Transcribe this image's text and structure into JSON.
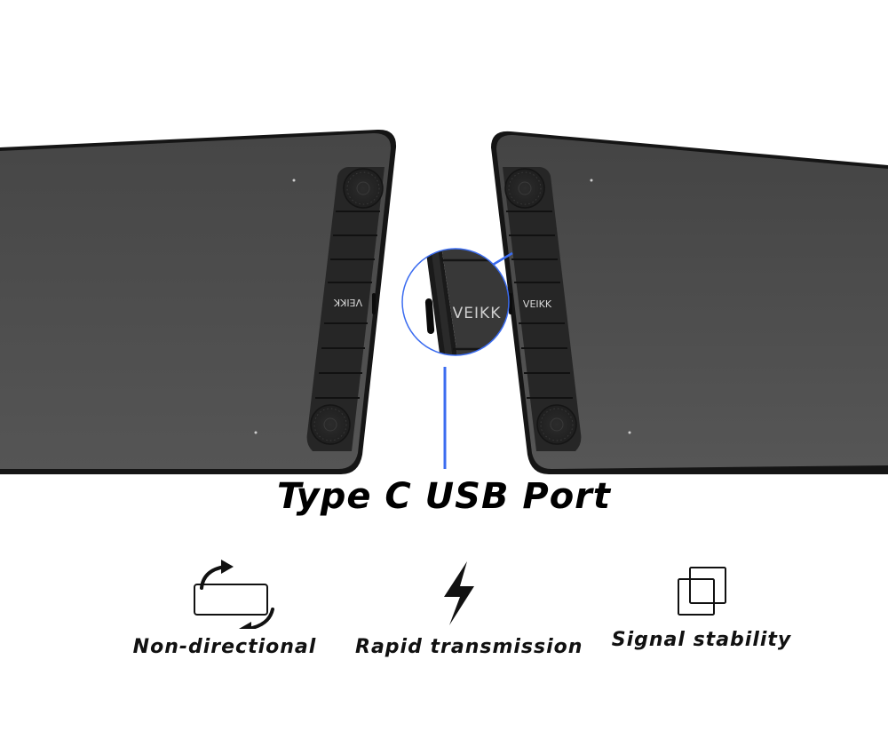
{
  "headline": "Type C USB Port",
  "product": {
    "brand_logo_left": "VEIKK",
    "brand_logo_right": "VEIKK",
    "brand_logo_callout": "VEIKK",
    "callout_color": "#3b6cf0",
    "tablet_surface_color": "#4a4a4a",
    "tablet_edge_color": "#1e1e1e",
    "keypad_color": "#2a2a2a"
  },
  "features": [
    {
      "icon": "rotate-arrows-icon",
      "label": "Non-directional"
    },
    {
      "icon": "lightning-bolt-icon",
      "label": "Rapid transmission"
    },
    {
      "icon": "overlapping-squares-icon",
      "label": "Signal stability"
    }
  ]
}
